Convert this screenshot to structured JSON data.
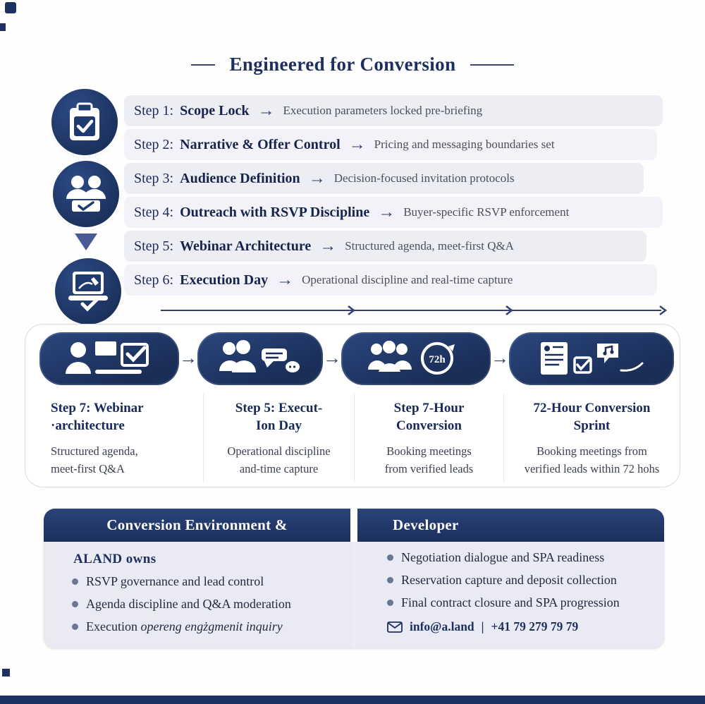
{
  "title": "Engineered for Conversion",
  "icons": {
    "arrow_right": "→"
  },
  "steps": [
    {
      "prefix": "Step 1:",
      "name": "Scope Lock",
      "desc": "Execution parameters locked pre-briefing"
    },
    {
      "prefix": "Step 2:",
      "name": "Narrative & Offer Control",
      "desc": "Pricing and messaging boundaries set"
    },
    {
      "prefix": "Step 3:",
      "name": "Audience Definition",
      "desc": "Decision-focused invitation protocols"
    },
    {
      "prefix": "Step 4:",
      "name": "Outreach with RSVP Discipline",
      "desc": "Buyer-specific RSVP enforcement"
    },
    {
      "prefix": "Step 5:",
      "name": "Webinar Architecture",
      "desc": "Structured agenda, meet-first Q&A"
    },
    {
      "prefix": "Step 6:",
      "name": "Execution Day",
      "desc": "Operational discipline and real-time capture"
    }
  ],
  "flow": {
    "badge": "72h",
    "cards": [
      {
        "title": [
          "Step 7: Webinar",
          "·architecture"
        ],
        "desc": [
          "Structured agenda,",
          "meet-first Q&A"
        ]
      },
      {
        "title": [
          "Step 5: Execut-",
          "Ion Day"
        ],
        "desc": [
          "Operational discipline",
          "and-time capture"
        ]
      },
      {
        "title": [
          "Step 7-Hour",
          "Conversion"
        ],
        "desc": [
          "Booking meetings",
          "from verified leads"
        ]
      },
      {
        "title": [
          "72-Hour Conversion",
          "Sprint"
        ],
        "desc": [
          "Booking meetings from",
          "verified leads within 72 hohs"
        ]
      }
    ]
  },
  "table": {
    "header_left": "Conversion Environment &",
    "header_right": "Developer",
    "left": {
      "heading": "ALAND owns",
      "items": [
        "RSVP governance and lead control",
        "Agenda discipline and Q&A moderation"
      ],
      "exec_prefix": "Execution ",
      "exec_italic": "opereng engżgmenit inquiry"
    },
    "right": {
      "items": [
        "Negotiation dialogue and SPA readiness",
        "Reservation capture and deposit collection",
        "Final contract closure and SPA progression"
      ],
      "email": "info@a.land",
      "divider": "|",
      "phone": "+41 79 279 79 79"
    }
  },
  "colors": {
    "navy": "#1e3a6e",
    "row_background": "#ededf4",
    "panel_background": "#e9eaf3",
    "text_dark": "#16244c"
  }
}
